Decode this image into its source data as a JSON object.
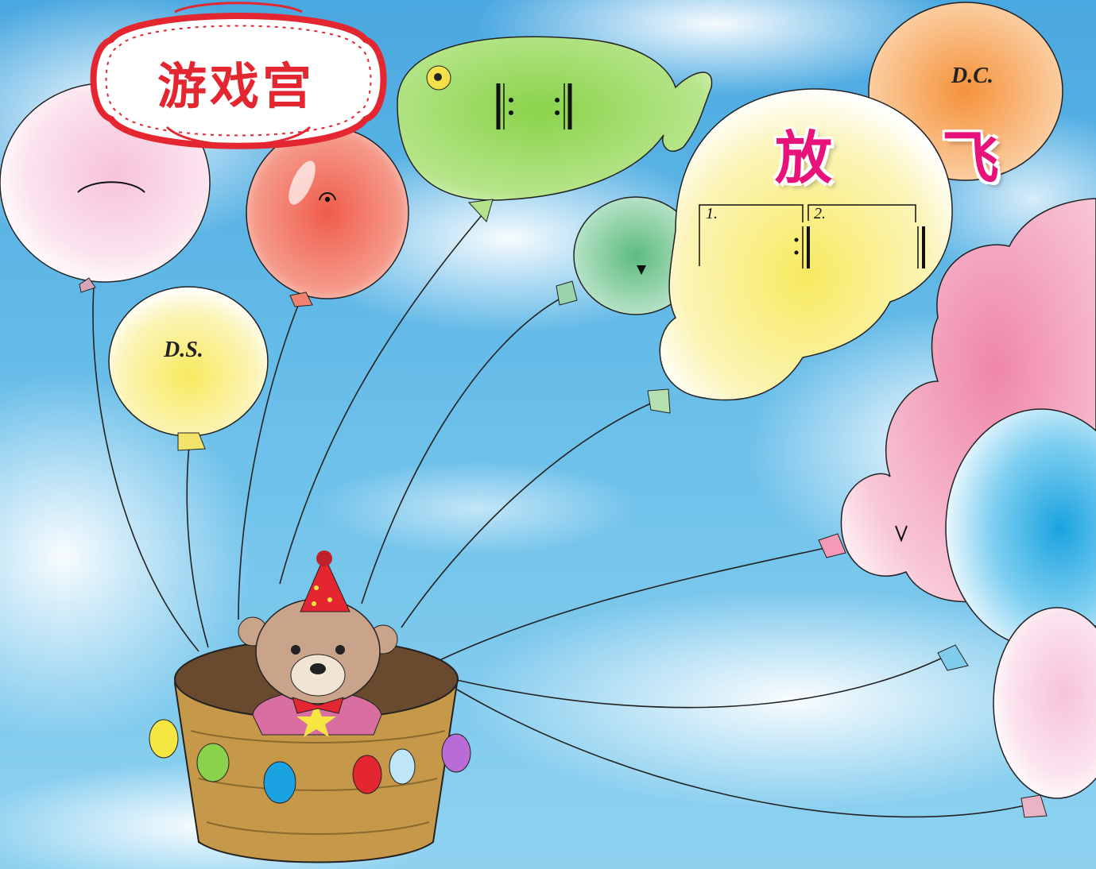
{
  "badge": {
    "title": "游戏宫"
  },
  "heading": {
    "char1": "放",
    "char2": "飞"
  },
  "balloons": {
    "pink_top_left": {
      "symbol": "︵",
      "color": "#f4b6cf"
    },
    "red_top": {
      "symbol": "𝄐",
      "color": "#ef5a4a"
    },
    "yellow_left": {
      "label": "D.S.",
      "color": "#f7ea6b"
    },
    "fish_green": {
      "symbol": "𝄆 𝄇",
      "color": "#8fd14f"
    },
    "green_small": {
      "symbol": "▼",
      "color": "#6cc38a"
    },
    "yellow_big": {
      "volta1": "1.",
      "volta2": "2.",
      "color": "#fbef7a"
    },
    "orange_top_right": {
      "label": "D.C.",
      "color": "#f59a3d"
    },
    "pink_cloud_right": {
      "symbol": "∨",
      "color": "#f08fb0"
    },
    "blue_right": {
      "color": "#29a9e1"
    },
    "pink_bottom_right": {
      "color": "#f4b6cf"
    }
  },
  "colors": {
    "sky": "#5fb6e6",
    "cloud": "#ffffff",
    "badge_red": "#e3262f",
    "heading_pink": "#e8137a"
  }
}
